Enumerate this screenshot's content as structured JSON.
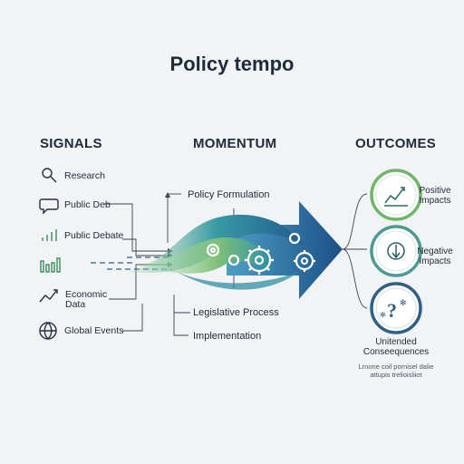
{
  "title": "Policy tempo",
  "columns": {
    "signals": "SIGNALS",
    "momentum": "MOMENTUM",
    "outcomes": "OUTCOMES"
  },
  "signals": [
    {
      "label": "Research",
      "icon": "magnifier-icon"
    },
    {
      "label": "Public Deb",
      "icon": "speech-bubble-icon"
    },
    {
      "label": "Public Debate",
      "icon": "bar-chart-icon"
    },
    {
      "label": "",
      "icon": "bar-chart-icon"
    },
    {
      "label": "Economic\nData",
      "icon": "line-chart-icon"
    },
    {
      "label": "Global Events",
      "icon": "globe-icon"
    }
  ],
  "momentum": {
    "stage1": "Policy Formulation",
    "stage2": "Legislative Process",
    "stage3": "Implementation"
  },
  "outcomes": [
    {
      "label": "Positive\nImpacts",
      "icon": "growth-icon",
      "color": "#6fb56a"
    },
    {
      "label": "Negative\nImpacts",
      "icon": "decline-icon",
      "color": "#4f9a93"
    },
    {
      "label": "Unitended\nConseequences",
      "icon": "question-icon",
      "color": "#2f5f86"
    }
  ],
  "outcome_note": "Lrnone coil pornisel dalie\nattupis trelioisliiot",
  "colors": {
    "arrow_dark": "#1f5b8f",
    "wave_teal": "#2d8fa3",
    "wave_green": "#7ec17a",
    "line": "#3a4556"
  }
}
